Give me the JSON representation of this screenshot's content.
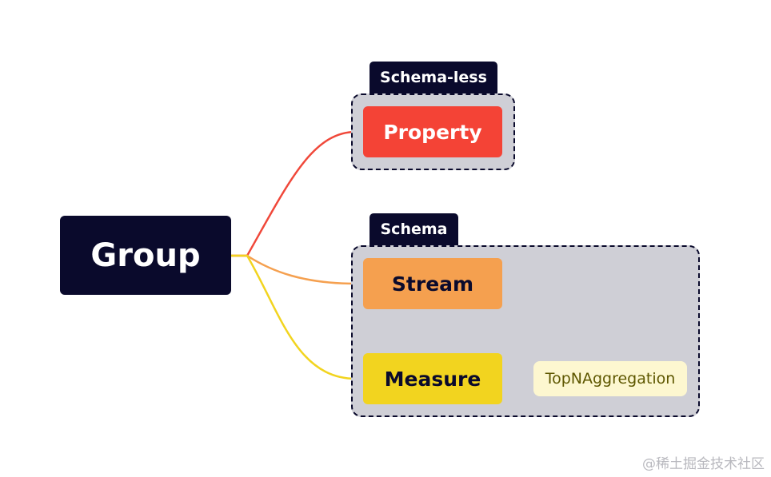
{
  "root": {
    "label": "Group"
  },
  "categories": [
    {
      "tab_label": "Schema-less",
      "nodes": [
        {
          "label": "Property",
          "color": "#f44336"
        }
      ]
    },
    {
      "tab_label": "Schema",
      "nodes": [
        {
          "label": "Stream",
          "color": "#f5a04f"
        },
        {
          "label": "Measure",
          "color": "#f2d41f",
          "child": {
            "label": "TopNAggregation"
          }
        }
      ]
    }
  ],
  "colors": {
    "dark": "#0a0a2c",
    "container_bg": "#cfcfd6",
    "connector_property": "#f0483a",
    "connector_stream": "#f5a04f",
    "connector_measure": "#f2d41f",
    "connector_topn": "#c2a90e",
    "topn_bg": "#fdf7d0"
  },
  "watermark": "@稀土掘金技术社区"
}
